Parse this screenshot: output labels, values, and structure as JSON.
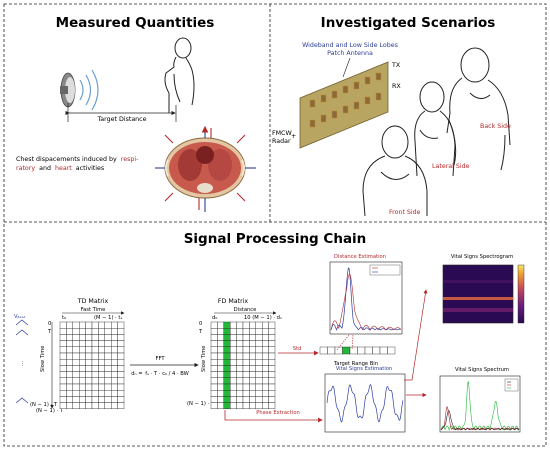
{
  "panels": {
    "measured": {
      "title": "Measured Quantities",
      "target_distance": "Target Distance",
      "chest_text": [
        "Chest dispacements induced by",
        "respi-",
        "ratory",
        "and",
        "heart",
        "activities"
      ]
    },
    "scenarios": {
      "title": "Investigated Scenarios",
      "antenna_label_1": "Wideband and Low Side Lobes",
      "antenna_label_2": "Patch Antenna",
      "tx": "TX",
      "rx": "RX",
      "radar_1": "FMCW",
      "radar_2": "Radar",
      "back": "Back Side",
      "lateral": "Lateral Side",
      "front": "Front Side"
    },
    "chain": {
      "title": "Signal Processing Chain",
      "td": {
        "title": "TD Matrix",
        "fast_time": "Fast Time",
        "slow_time": "Slow Time",
        "t0": "t₀",
        "tend": "(M − 1) · tₛ",
        "zero": "0",
        "T": "T",
        "nT": "(N − 1) · T",
        "vbeat": "Vᵦₑₐₜ",
        "n1T": "(N − 1) · T"
      },
      "fft": {
        "label": "FFT",
        "formula": "dₙ =  fₛ · T · c₀ / 4 · BW"
      },
      "fd": {
        "title": "FD Matrix",
        "distance": "Distance",
        "slow_time": "Slow Time",
        "d0": "d₀",
        "dend": "10 (M − 1) · dₙ",
        "zero": "0",
        "T": "T",
        "nT": "(N − 1) · T"
      },
      "std": "Std",
      "target_bin": "Target Range Bin",
      "phase_extraction": "Phase Extraction",
      "distance_estimation": "Distance Estimation",
      "vital_signs_estimation": "Vital Signs Estimation",
      "spectrogram_title": "Vital Signs Spectrogram",
      "spectrum_title": "Vital Signs Spectrum"
    }
  },
  "colors": {
    "signal_blue": "#2b3da0",
    "signal_red": "#b5282a",
    "highlight_green": "#22b83a"
  },
  "icons": [
    "radar-horn-icon",
    "person-silhouette-icon",
    "chest-scan-icon",
    "patch-antenna-icon"
  ]
}
